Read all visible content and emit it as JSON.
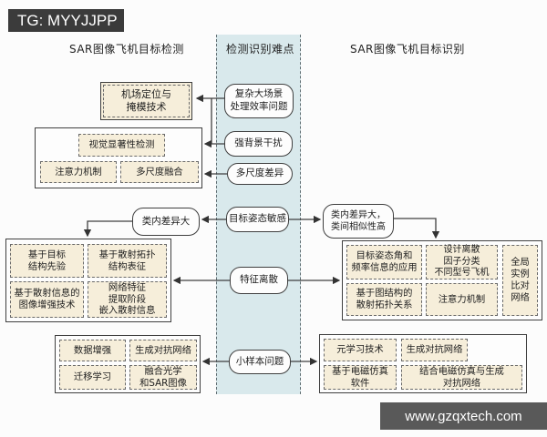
{
  "watermark_top": "TG: MYYJJPP",
  "watermark_bottom": "www.gzqxtech.com",
  "headers": {
    "left": "SAR图像飞机目标检测",
    "middle": "检测识别难点",
    "right": "SAR图像飞机目标识别"
  },
  "difficulties": {
    "complex_scene": "复杂大场景\n处理效率问题",
    "strong_background": "强背景干扰",
    "multiscale": "多尺度差异",
    "pose_sensitive": "目标姿态敏感",
    "feature_discrete": "特征离散",
    "few_shot": "小样本问题"
  },
  "detection": {
    "airport": "机场定位与\n掩模技术",
    "intra_class": "类内差异大",
    "saliency_group": {
      "saliency": "视觉显著性检测",
      "attention": "注意力机制",
      "fusion": "多尺度融合"
    },
    "structure_group": {
      "prior": "基于目标\n结构先验",
      "topology": "基于散射拓扑\n结构表征",
      "enhance": "基于散射信息的\n图像增强技术",
      "embed": "网络特征\n提取阶段\n嵌入散射信息"
    },
    "fewshot_group": {
      "augment": "数据增强",
      "gan": "生成对抗网络",
      "transfer": "迁移学习",
      "fuse_optical": "融合光学\n和SAR图像"
    }
  },
  "recognition": {
    "intra_inter": "类内差异大，\n类间相似性高",
    "pose_group": {
      "pose_freq": "目标姿态角和\n频率信息的应用",
      "discrete_factor": "设计离散\n因子分类\n不同型号飞机",
      "global_instance": "全局\n实例\n比对\n网络",
      "graph_topology": "基于图结构的\n散射拓扑关系",
      "attention": "注意力机制"
    },
    "fewshot_group": {
      "meta": "元学习技术",
      "gan": "生成对抗网络",
      "em_sim": "基于电磁仿真\n软件",
      "em_gan": "结合电磁仿真与生成\n对抗网络"
    }
  },
  "colors": {
    "band": "#d9e9ec",
    "box_cream": "#f6eeda",
    "border": "#3f3f3f",
    "bar_top": "#3b3b3b",
    "bar_bottom": "#595959"
  }
}
